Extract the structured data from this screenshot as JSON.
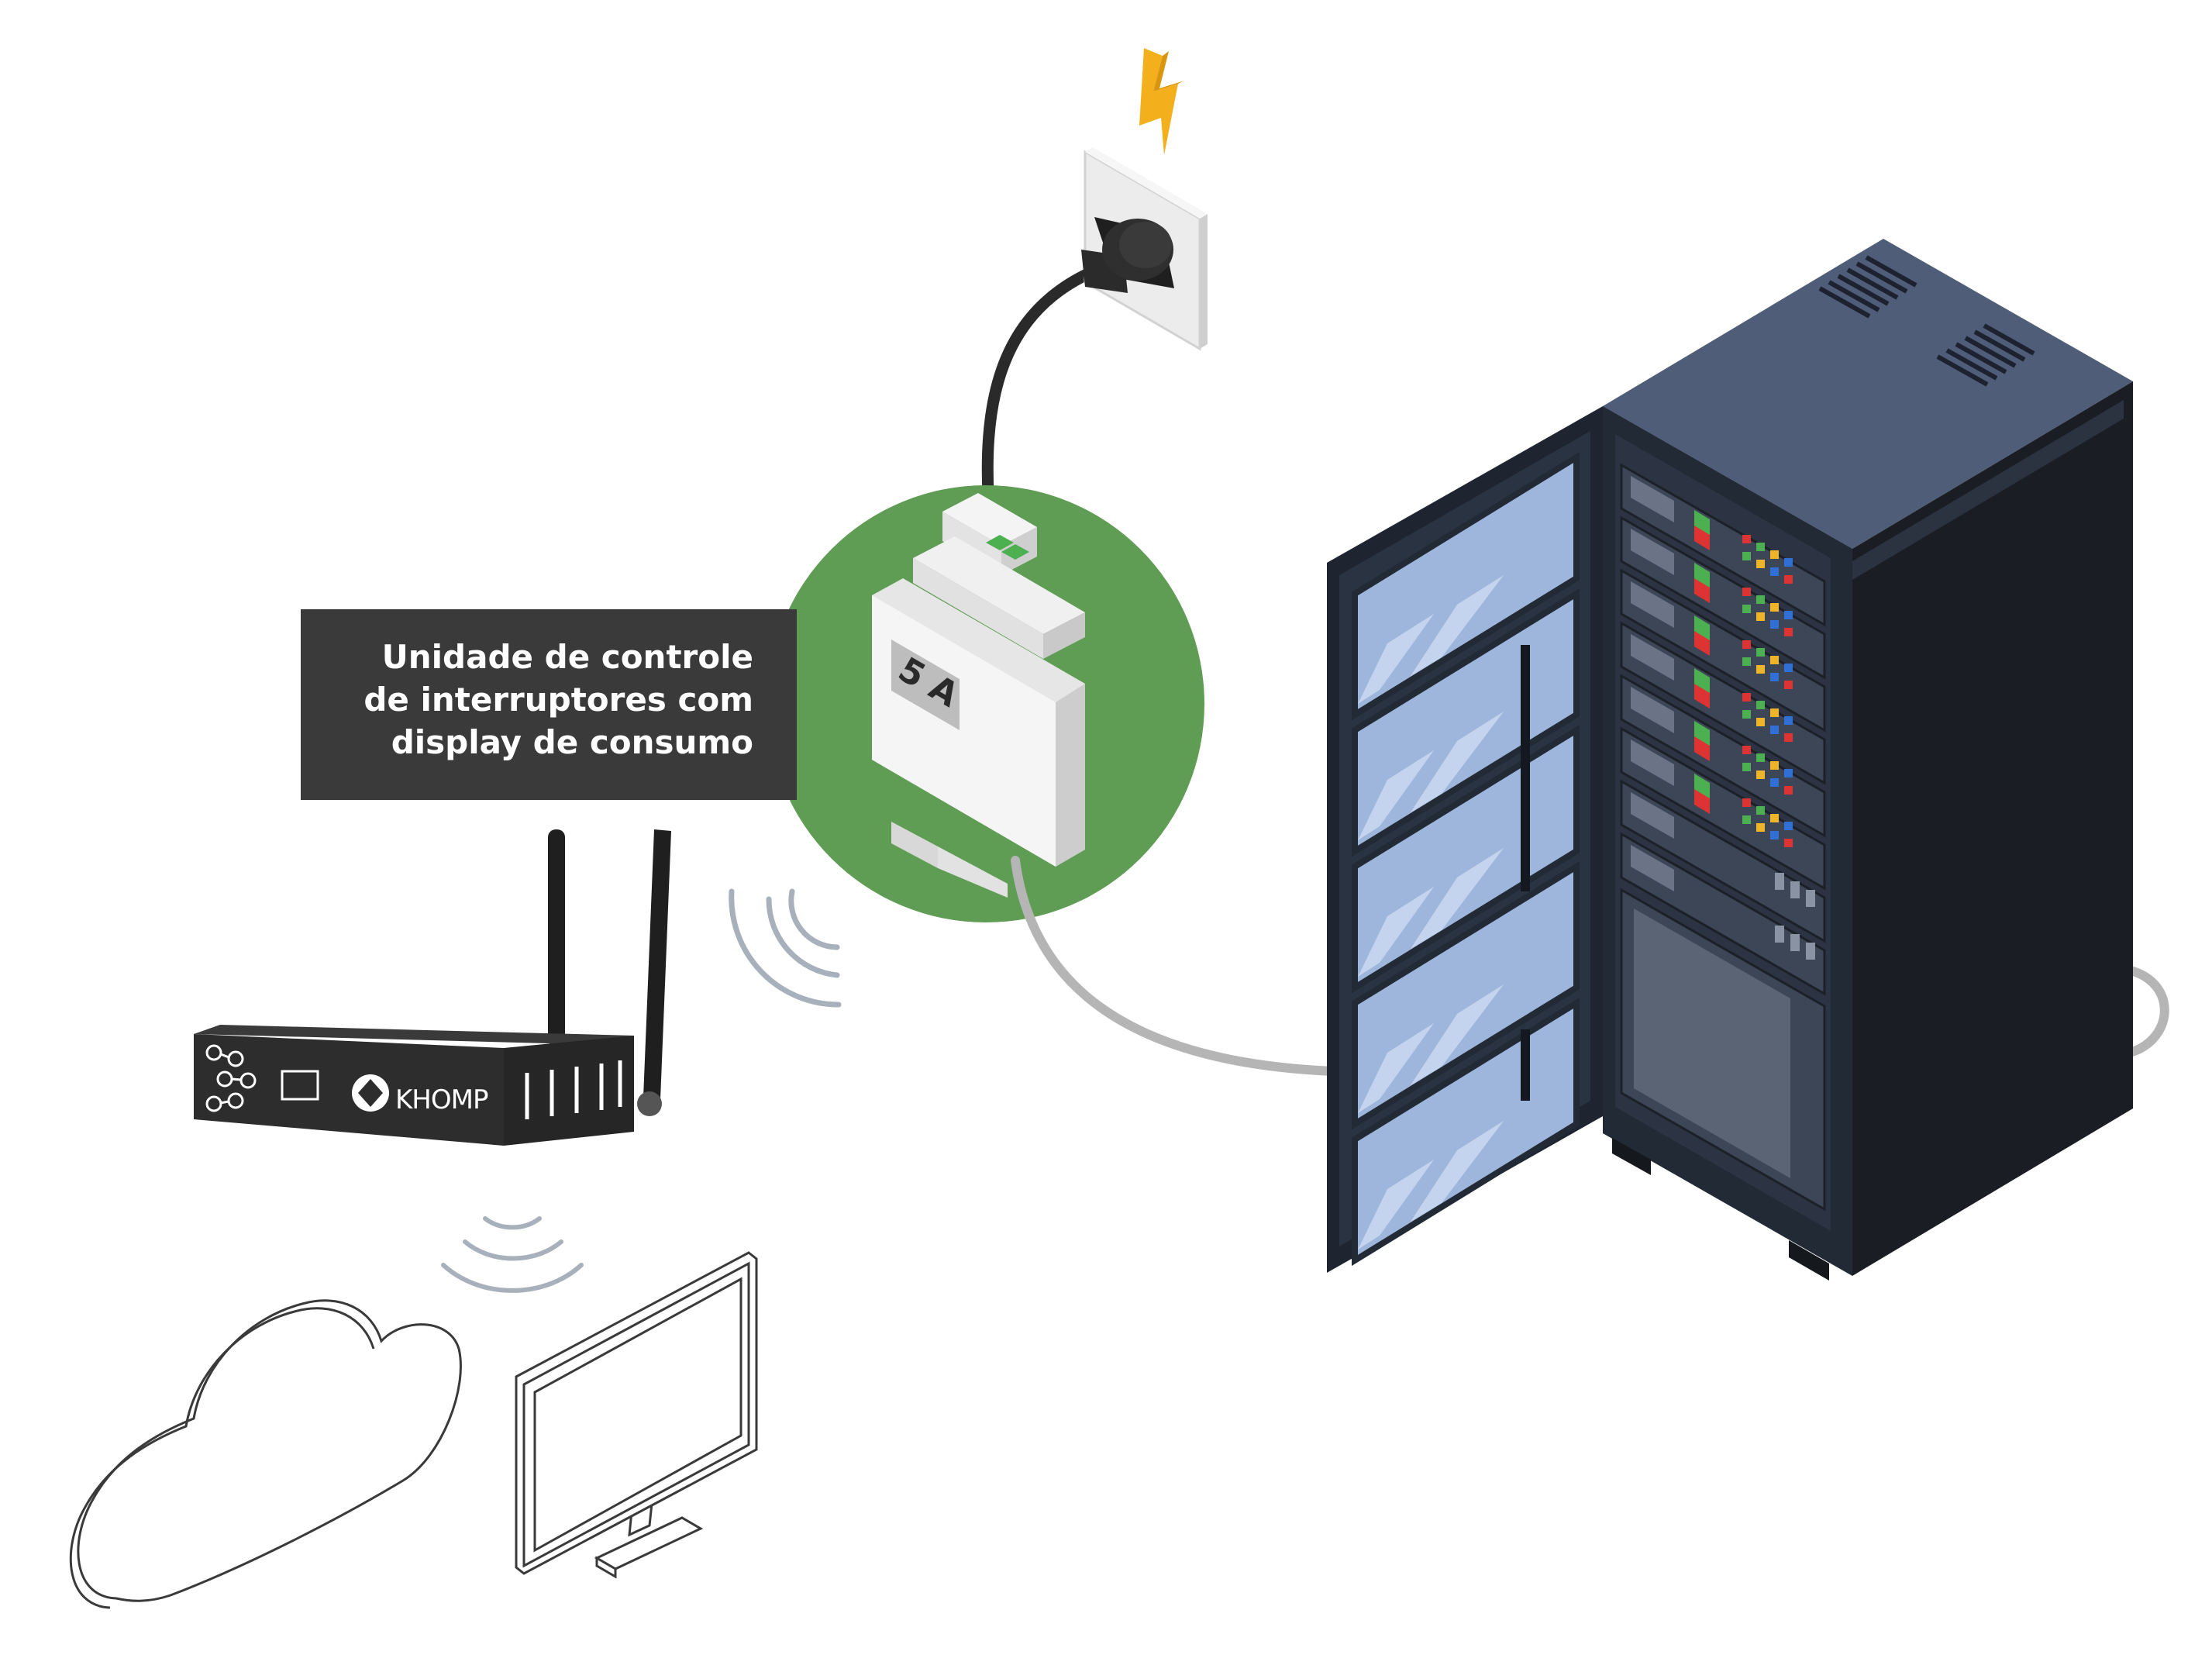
{
  "callout": {
    "lines": [
      "Unidade de controle",
      "de interruptores com",
      "display de consumo"
    ]
  },
  "breaker": {
    "rating_label": "5 A"
  },
  "gateway": {
    "brand_label": "KHOMP"
  },
  "colors": {
    "callout_bg": "#3a3a3a",
    "breaker_circle": "#5f9c54",
    "lightning": "#f3b01c",
    "rack_front": "#222a35",
    "rack_top": "#4f5d78",
    "rack_glass": "#9fb6dc",
    "gateway_body": "#2d2d2d",
    "cable_power": "#2a2a2a",
    "cable_rack": "#b5b5b5"
  },
  "icons": [
    "lightning-icon",
    "wall-outlet-icon",
    "power-plug-icon",
    "circuit-breaker-icon",
    "wireless-gateway-icon",
    "wifi-signal-icon",
    "server-rack-icon",
    "cloud-icon",
    "monitor-icon"
  ]
}
